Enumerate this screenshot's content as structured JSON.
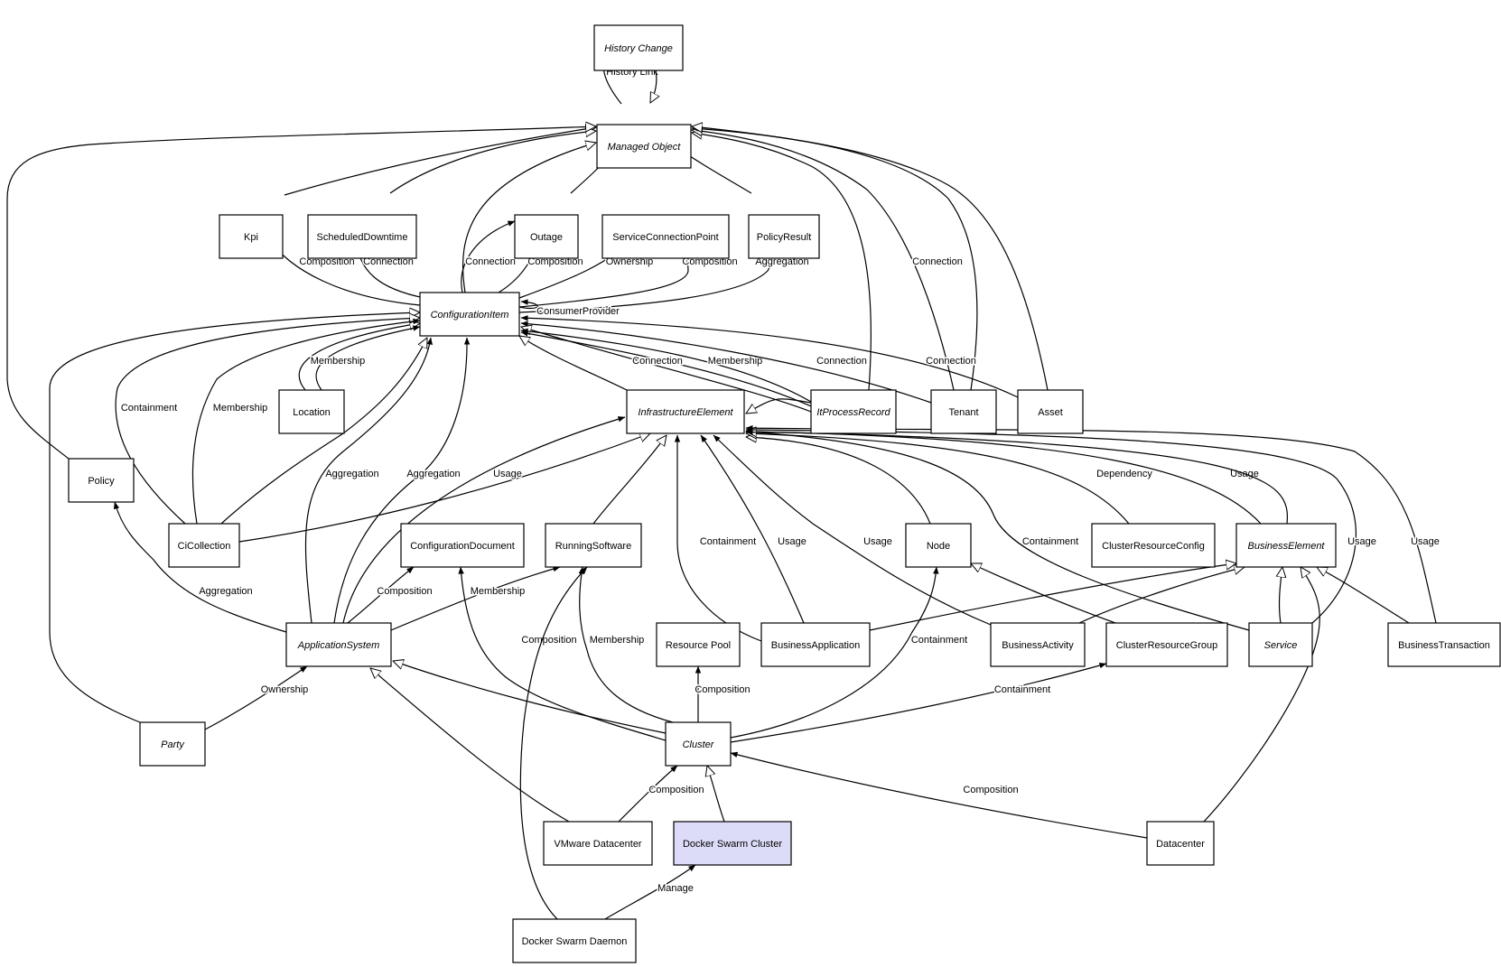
{
  "colors": {
    "stroke": "#000000",
    "node_fill": "#ffffff",
    "highlight_fill": "#dcdcf8"
  },
  "nodes": {
    "history_change": {
      "label": "History Change",
      "abstract": true
    },
    "managed_object": {
      "label": "Managed Object",
      "abstract": true
    },
    "kpi": {
      "label": "Kpi"
    },
    "scheduled_downtime": {
      "label": "ScheduledDowntime"
    },
    "outage": {
      "label": "Outage"
    },
    "service_connection_point": {
      "label": "ServiceConnectionPoint"
    },
    "policy_result": {
      "label": "PolicyResult"
    },
    "configuration_item": {
      "label": "ConfigurationItem",
      "abstract": true
    },
    "location": {
      "label": "Location"
    },
    "infrastructure_element": {
      "label": "InfrastructureElement",
      "abstract": true
    },
    "it_process_record": {
      "label": "ItProcessRecord",
      "abstract": true
    },
    "tenant": {
      "label": "Tenant"
    },
    "asset": {
      "label": "Asset"
    },
    "policy": {
      "label": "Policy"
    },
    "ci_collection": {
      "label": "CiCollection"
    },
    "configuration_document": {
      "label": "ConfigurationDocument"
    },
    "running_software": {
      "label": "RunningSoftware"
    },
    "node": {
      "label": "Node"
    },
    "cluster_resource_config": {
      "label": "ClusterResourceConfig"
    },
    "business_element": {
      "label": "BusinessElement",
      "abstract": true
    },
    "application_system": {
      "label": "ApplicationSystem",
      "abstract": true
    },
    "resource_pool": {
      "label": "Resource Pool"
    },
    "business_application": {
      "label": "BusinessApplication"
    },
    "business_activity": {
      "label": "BusinessActivity"
    },
    "cluster_resource_group": {
      "label": "ClusterResourceGroup"
    },
    "service": {
      "label": "Service",
      "abstract": true
    },
    "business_transaction": {
      "label": "BusinessTransaction"
    },
    "party": {
      "label": "Party",
      "abstract": true
    },
    "cluster": {
      "label": "Cluster",
      "abstract": true
    },
    "vmware_datacenter": {
      "label": "VMware Datacenter"
    },
    "docker_swarm_cluster": {
      "label": "Docker Swarm Cluster",
      "highlight": true
    },
    "datacenter": {
      "label": "Datacenter"
    },
    "docker_swarm_daemon": {
      "label": "Docker Swarm Daemon"
    }
  },
  "edge_labels": {
    "history_link": "History Link",
    "composition": "Composition",
    "connection": "Connection",
    "ownership": "Ownership",
    "aggregation": "Aggregation",
    "consumer_provider": "ConsumerProvider",
    "membership": "Membership",
    "containment": "Containment",
    "usage": "Usage",
    "dependency": "Dependency",
    "manage": "Manage"
  }
}
